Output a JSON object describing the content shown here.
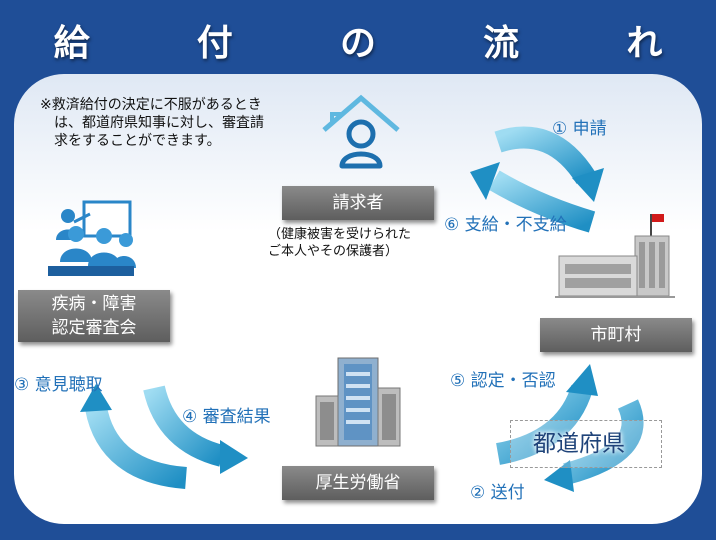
{
  "title": [
    "給",
    "付",
    "の",
    "流",
    "れ"
  ],
  "note": "※救済給付の決定に不服があるときは、都道府県知事に対し、審査請求をすることができます。",
  "nodes": {
    "claimant": {
      "label": "請求者",
      "sub": "（健康被害を受けられた\nご本人やその保護者）"
    },
    "municipality": {
      "label": "市町村"
    },
    "prefecture": {
      "label": "都道府県"
    },
    "mhlw": {
      "label": "厚生労働省"
    },
    "council": {
      "label": "疾病・障害\n認定審査会"
    }
  },
  "steps": {
    "s1": "① 申請",
    "s2": "② 送付",
    "s3": "③ 意見聴取",
    "s4": "④ 審査結果",
    "s5": "⑤ 認定・否認",
    "s6": "⑥ 支給・不支給"
  },
  "colors": {
    "background": "#1f4e97",
    "arrow": "#29a9d9",
    "box": "#6f6f6f",
    "step_text": "#2271b8",
    "icon": "#1d6fae"
  },
  "icons": [
    "house-person-icon",
    "city-hall-icon",
    "meeting-icon",
    "office-building-icon"
  ]
}
